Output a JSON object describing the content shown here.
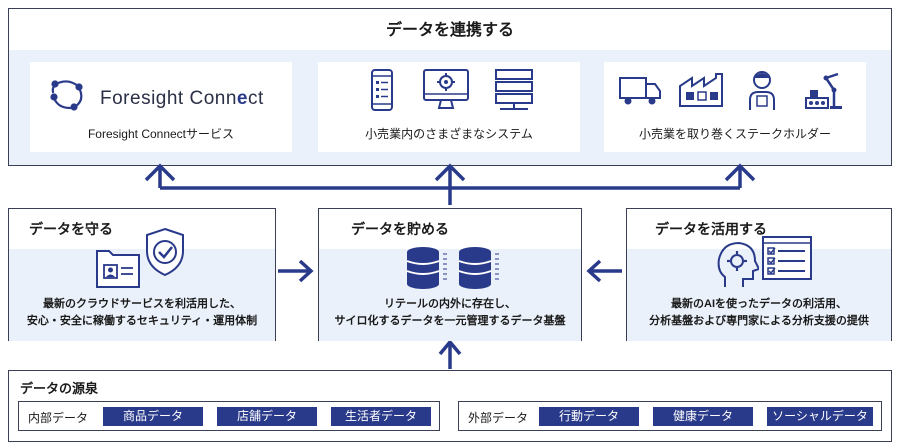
{
  "top": {
    "title": "データを連携する",
    "cards": [
      {
        "label": "Foresight Connectサービス",
        "logo_text_prefix": "Foresight Conn",
        "logo_text_accent": "e",
        "logo_text_suffix": "ct",
        "icons": [
          "network-logo-icon"
        ]
      },
      {
        "label": "小売業内のさまざまなシステム",
        "icons": [
          "smartphone-icon",
          "monitor-gear-icon",
          "server-icon"
        ]
      },
      {
        "label": "小売業を取り巻くステークホルダー",
        "icons": [
          "truck-icon",
          "factory-icon",
          "person-icon",
          "robot-arm-icon"
        ]
      }
    ]
  },
  "middle": {
    "protect": {
      "title": "データを守る",
      "desc_line1": "最新のクラウドサービスを利活用した、",
      "desc_line2": "安心・安全に稼働するセキュリティ・運用体制",
      "icons": [
        "id-card-icon",
        "shield-check-icon"
      ]
    },
    "store": {
      "title": "データを貯める",
      "desc_line1": "リテールの内外に存在し、",
      "desc_line2": "サイロ化するデータを一元管理するデータ基盤",
      "icons": [
        "database-icon",
        "database-icon"
      ]
    },
    "use": {
      "title": "データを活用する",
      "desc_line1": "最新のAIを使ったデータの利活用、",
      "desc_line2": "分析基盤および専門家による分析支援の提供",
      "icons": [
        "head-gear-icon",
        "checklist-icon"
      ]
    }
  },
  "source": {
    "title": "データの源泉",
    "internal": {
      "label": "内部データ",
      "items": [
        "商品データ",
        "店舗データ",
        "生活者データ"
      ]
    },
    "external": {
      "label": "外部データ",
      "items": [
        "行動データ",
        "健康データ",
        "ソーシャルデータ"
      ]
    }
  },
  "colors": {
    "navy": "#2a3a8a",
    "light_bg": "#eaf1fa",
    "border": "#3a3f56",
    "logo_accent": "#2a3a8a"
  }
}
